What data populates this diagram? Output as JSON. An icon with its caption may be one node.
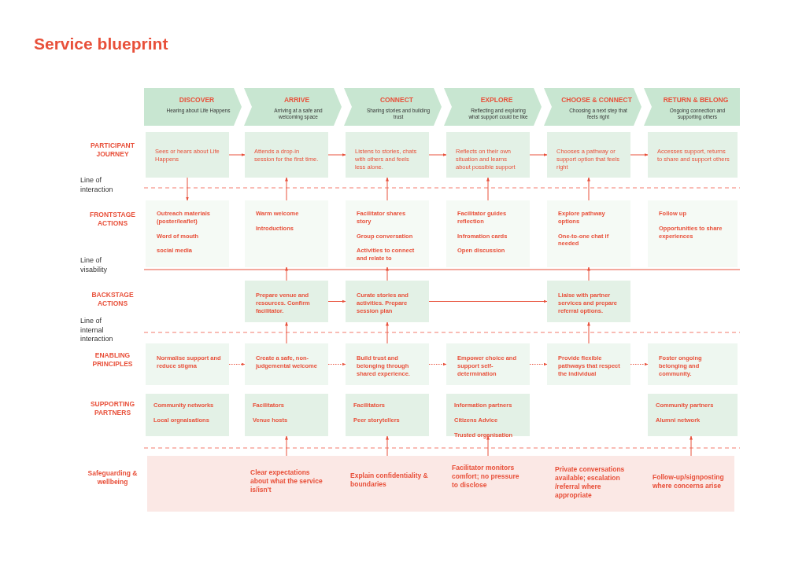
{
  "diagram": {
    "title": "Service blueprint",
    "nodes": [
      {
        "text": [
          "DISCOVER",
          "Hearing about Life Happens"
        ]
      },
      {
        "text": [
          "ARRIVE",
          "Arriving at a safe and welcoming space"
        ]
      },
      {
        "text": [
          "CONNECT",
          "Sharing stories and building trust"
        ]
      },
      {
        "text": [
          "EXPLORE",
          "Reflecting and exploring what support could be like"
        ]
      },
      {
        "text": [
          "CHOOSE & CONNECT",
          "Choosing a next step that feels right"
        ]
      },
      {
        "text": [
          "RETURN & BELONG",
          "Ongoing connection and supporting others"
        ]
      },
      {
        "text": [
          "Sees or hears about Life Happens"
        ]
      },
      {
        "text": [
          "Attends a drop-in session for the first time."
        ]
      },
      {
        "text": [
          "Listens to stories, chats with others and feels less alone."
        ]
      },
      {
        "text": [
          "Reflects on their own situation and learns about possible support"
        ]
      },
      {
        "text": [
          "Chooses a pathway or support option that feels right"
        ]
      },
      {
        "text": [
          "Accesses support, returns to share and support others"
        ]
      },
      {
        "text": [
          "Outreach materials (poster/leaflet)",
          "Word of mouth",
          "social media"
        ]
      },
      {
        "text": [
          "Warm welcome",
          "Introductions"
        ]
      },
      {
        "text": [
          "Facilitator shares story",
          "Group conversation",
          "Activities to connect and relate to"
        ]
      },
      {
        "text": [
          "Facilitator guides reflection",
          "Infromation cards",
          "Open discussion"
        ]
      },
      {
        "text": [
          "Explore pathway options",
          "One-to-one chat if needed"
        ]
      },
      {
        "text": [
          "Follow up",
          "Opportunities to share experiences"
        ]
      },
      {
        "text": [
          "Prepare venue and resources. Confirm facilitator."
        ]
      },
      {
        "text": [
          "Curate stories and activities. Prepare session plan"
        ]
      },
      {
        "text": [
          "Liaise with partner services and prepare referral options."
        ]
      },
      {
        "text": [
          "Normalise support and reduce stigma"
        ]
      },
      {
        "text": [
          "Create a safe, non-judgemental welcome"
        ]
      },
      {
        "text": [
          "Build trust and belonging through shared experience."
        ]
      },
      {
        "text": [
          "Empower choice and support self-determination"
        ]
      },
      {
        "text": [
          "Provide flexible pathways that respect the individual"
        ]
      },
      {
        "text": [
          "Foster ongoing belonging and community."
        ]
      },
      {
        "text": [
          "Community networks",
          "Local orgnaisations"
        ]
      },
      {
        "text": [
          "Facilitators",
          "Venue hosts"
        ]
      },
      {
        "text": [
          "Facilitators",
          "Peer storytellers"
        ]
      },
      {
        "text": [
          "Information partners",
          "Citizens Advice",
          "Trusted organisation"
        ]
      },
      {
        "text": [
          "Community partners",
          "Alumni network"
        ]
      },
      {
        "text": [],
        "shape": "box"
      },
      {
        "text": [
          "Clear expectations about what the service is/isn't"
        ],
        "in": 32
      },
      {
        "text": [
          "Explain confidentiality & boundaries"
        ],
        "in": 32
      },
      {
        "text": [
          "Facilitator monitors comfort; no pressure to disclose"
        ],
        "in": 32
      },
      {
        "text": [
          "Private conversations available; escalation /referral where appropriate"
        ],
        "in": 32
      },
      {
        "text": [
          "Follow-up/signposting where concerns arise"
        ],
        "in": 32
      }
    ],
    "edges": [
      {
        "from": 6,
        "to": 7,
        "arrow": "to"
      },
      {
        "from": 7,
        "to": 8,
        "arrow": "to"
      },
      {
        "from": 8,
        "to": 9,
        "arrow": "to"
      },
      {
        "from": 9,
        "to": 10,
        "arrow": "to"
      },
      {
        "from": 10,
        "to": 11,
        "arrow": "to"
      },
      {
        "from": 6,
        "to": 12,
        "arrow": "to"
      },
      {
        "from": 13,
        "to": 7,
        "arrow": "to"
      },
      {
        "from": 14,
        "to": 8,
        "arrow": "to"
      },
      {
        "from": 15,
        "to": 9,
        "arrow": "to"
      },
      {
        "from": 16,
        "to": 10,
        "arrow": "to"
      },
      {
        "from": 18,
        "to": 13,
        "arrow": "to"
      },
      {
        "from": 19,
        "to": 14,
        "arrow": "to"
      },
      {
        "from": 20,
        "to": 16,
        "arrow": "to"
      },
      {
        "from": 18,
        "to": 19,
        "arrow": "to"
      },
      {
        "from": 19,
        "to": 20,
        "arrow": "to"
      },
      {
        "from": 21,
        "to": 22,
        "arrow": "to",
        "style": "dashed"
      },
      {
        "from": 22,
        "to": 23,
        "arrow": "to",
        "style": "dashed"
      },
      {
        "from": 23,
        "to": 24,
        "arrow": "to",
        "style": "dashed"
      },
      {
        "from": 24,
        "to": 25,
        "arrow": "to",
        "style": "dashed"
      },
      {
        "from": 25,
        "to": 26,
        "arrow": "to",
        "style": "dashed"
      },
      {
        "from": 22,
        "to": 18,
        "arrow": "to"
      },
      {
        "from": 23,
        "to": 19,
        "arrow": "to"
      },
      {
        "from": 25,
        "to": 20,
        "arrow": "to"
      },
      {
        "from": 32,
        "to": 28,
        "arrow": "to"
      },
      {
        "from": 32,
        "to": 29,
        "arrow": "to"
      },
      {
        "from": 32,
        "to": 30,
        "arrow": "to"
      },
      {
        "from": 32,
        "to": 31,
        "arrow": "to"
      }
    ],
    "labels": [
      "PARTICIPANT JOURNEY",
      "Line of interaction",
      "FRONTSTAGE ACTIONS",
      "Line of visability",
      "BACKSTAGE ACTIONS",
      "Line of internal interaction",
      "ENABLING PRINCIPLES",
      "SUPPORTING PARTNERS",
      "Safeguarding & wellbeing"
    ]
  }
}
